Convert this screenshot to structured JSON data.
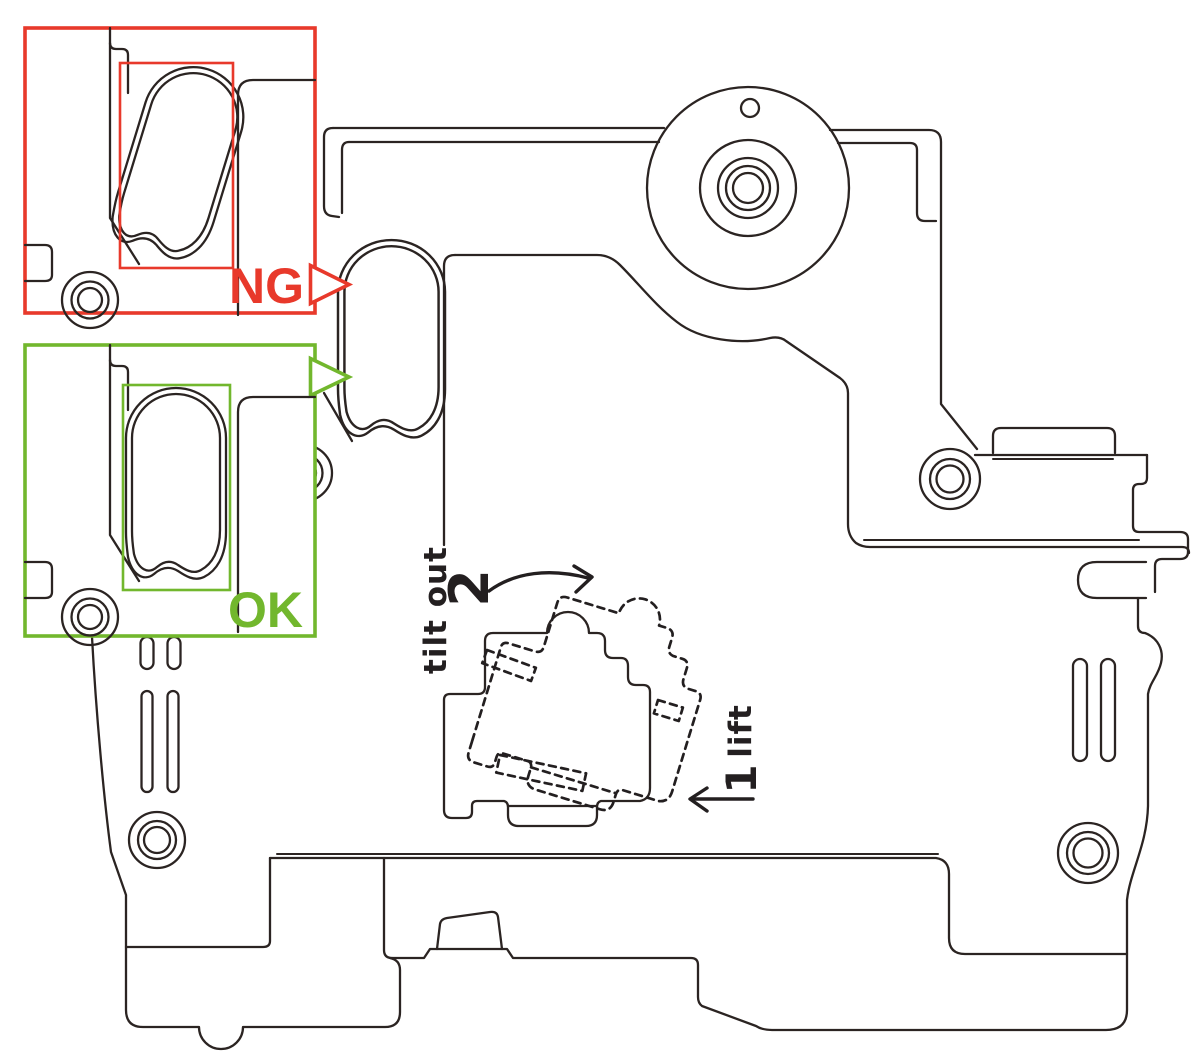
{
  "figure": {
    "kind": "device-removal-instruction-diagram",
    "background_color": "#ffffff",
    "line_color": "#2b2422"
  },
  "insets": {
    "ng": {
      "label": "NG",
      "color": "#e8392b"
    },
    "ok": {
      "label": "OK",
      "color": "#72b72d"
    }
  },
  "steps": [
    {
      "number": "1",
      "label": "lift"
    },
    {
      "number": "2",
      "label": "tilt out"
    }
  ]
}
